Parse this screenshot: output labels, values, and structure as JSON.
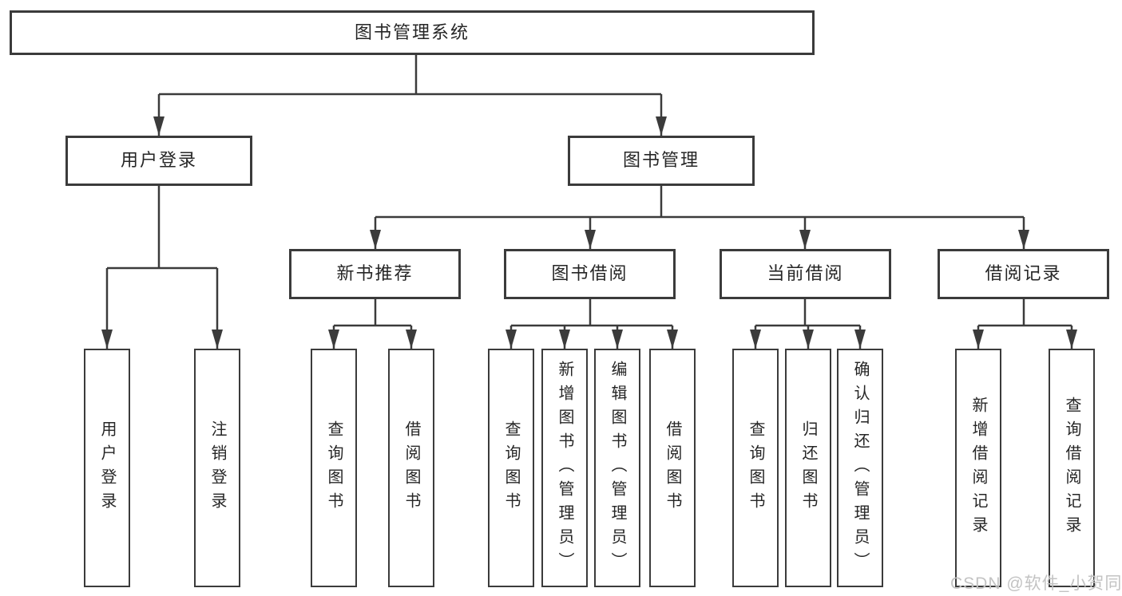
{
  "diagram": {
    "nodes": {
      "root": "图书管理系统",
      "user_login": "用户登录",
      "book_mgmt": "图书管理",
      "new_book_rec": "新书推荐",
      "book_borrow": "图书借阅",
      "current_borrow": "当前借阅",
      "borrow_record": "借阅记录",
      "leaf_user_login": "用户登录",
      "leaf_logout": "注销登录",
      "leaf_query_book_1": "查询图书",
      "leaf_borrow_book_1": "借阅图书",
      "leaf_query_book_2": "查询图书",
      "leaf_add_book": "新增图书（管理员）",
      "leaf_edit_book": "编辑图书（管理员）",
      "leaf_borrow_book_2": "借阅图书",
      "leaf_query_book_3": "查询图书",
      "leaf_return_book": "归还图书",
      "leaf_confirm_return": "确认归还（管理员）",
      "leaf_add_record": "新增借阅记录",
      "leaf_query_record": "查询借阅记录"
    },
    "edges": [
      {
        "from": "root",
        "to": [
          "user_login",
          "book_mgmt"
        ]
      },
      {
        "from": "user_login",
        "to": [
          "leaf_user_login",
          "leaf_logout"
        ]
      },
      {
        "from": "book_mgmt",
        "to": [
          "new_book_rec",
          "book_borrow",
          "current_borrow",
          "borrow_record"
        ]
      },
      {
        "from": "new_book_rec",
        "to": [
          "leaf_query_book_1",
          "leaf_borrow_book_1"
        ]
      },
      {
        "from": "book_borrow",
        "to": [
          "leaf_query_book_2",
          "leaf_add_book",
          "leaf_edit_book",
          "leaf_borrow_book_2"
        ]
      },
      {
        "from": "current_borrow",
        "to": [
          "leaf_query_book_3",
          "leaf_return_book",
          "leaf_confirm_return"
        ]
      },
      {
        "from": "borrow_record",
        "to": [
          "leaf_add_record",
          "leaf_query_record"
        ]
      }
    ],
    "colors": {
      "line": "#3b3b3b",
      "box_border": "#3b3b3b",
      "box_fill": "#ffffff",
      "text": "#262626",
      "watermark": "#c3c3c3",
      "background": "#ffffff"
    }
  },
  "watermark": {
    "text": "CSDN @软件_小贺同学"
  }
}
